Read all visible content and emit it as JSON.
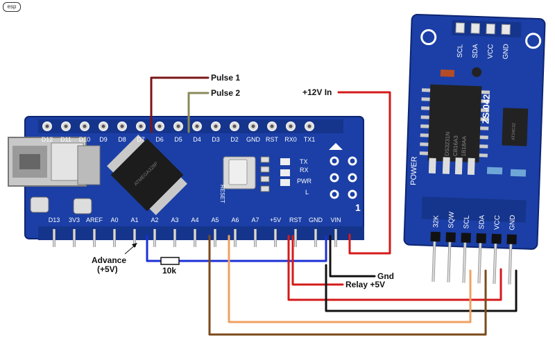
{
  "logo": "esp",
  "labels": {
    "pulse1": "Pulse 1",
    "pulse2": "Pulse 2",
    "v12": "+12V In",
    "advance": "Advance",
    "advance_sub": "(+5V)",
    "resistor": "10k",
    "gnd": "Gnd",
    "relay": "Relay +5V"
  },
  "nano": {
    "top_pins": [
      "D12",
      "D11",
      "D10",
      "D9",
      "D8",
      "D7",
      "D6",
      "D5",
      "D4",
      "D3",
      "D2",
      "GND",
      "RST",
      "RX0",
      "TX1"
    ],
    "bottom_pins": [
      "D13",
      "3V3",
      "AREF",
      "A0",
      "A1",
      "A2",
      "A3",
      "A4",
      "A5",
      "A6",
      "A7",
      "+5V",
      "RST",
      "GND",
      "VIN"
    ],
    "chip_text": "ATMEGA328P",
    "reset_text": "RESET",
    "led_labels": [
      "TX",
      "RX",
      "PWR",
      "L"
    ],
    "icsp_num": "1"
  },
  "rtc": {
    "top_pins": [
      "SCL",
      "SDA",
      "VCC",
      "GND"
    ],
    "bottom_pins": [
      "32K",
      "SQW",
      "SCL",
      "SDA",
      "VCC",
      "GND"
    ],
    "board_name": "ZS-042",
    "chip_text": [
      "DS3231N",
      "CB16A3",
      "1B18AA"
    ],
    "power_label": "POWER",
    "eeprom_text": "AT24C32"
  },
  "colors": {
    "board": "#1b3fa6",
    "pulse1": "#7a1616",
    "pulse2": "#8a8a5a",
    "red": "#d41a1a",
    "blue": "#1a2fd4",
    "black": "#111111",
    "brown": "#7a4a1a",
    "orange": "#f0a060"
  }
}
